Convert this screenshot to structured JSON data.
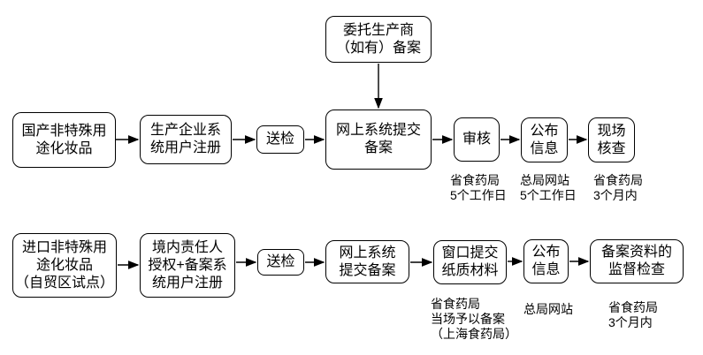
{
  "diagram": {
    "type": "flowchart",
    "top_flow": {
      "product": {
        "label": "国产非特殊用\n途化妆品"
      },
      "register": {
        "label": "生产企业系\n统用户注册"
      },
      "inspect": {
        "label": "送检"
      },
      "entrust": {
        "label": "委托生产商\n（如有）备案"
      },
      "submit": {
        "label": "网上系统提交\n备案"
      },
      "review": {
        "label": "审核",
        "note": "省食药局\n5个工作日"
      },
      "publish": {
        "label": "公布\n信息",
        "note": "总局网站\n5个工作日"
      },
      "onsite": {
        "label": "现场\n核查",
        "note": "省食药局\n3个月内"
      }
    },
    "bottom_flow": {
      "product": {
        "label": "进口非特殊用\n途化妆品\n（自贸区试点）"
      },
      "register": {
        "label": "境内责任人\n授权+备案系\n统用户注册"
      },
      "inspect": {
        "label": "送检"
      },
      "submit": {
        "label": "网上系统\n提交备案"
      },
      "window": {
        "label": "窗口提交\n纸质材料",
        "note": "省食药局\n当场予以备案\n（上海食药局）"
      },
      "publish": {
        "label": "公布\n信息",
        "note": "总局网站"
      },
      "supervise": {
        "label": "备案资料的\n监督检查",
        "note": "省食药局\n3个月内"
      }
    },
    "colors": {
      "line": "#000000",
      "box_border": "#000000",
      "box_fill": "#ffffff",
      "text": "#000000"
    }
  }
}
